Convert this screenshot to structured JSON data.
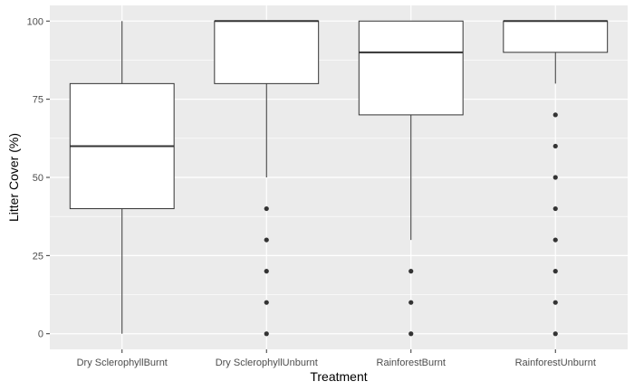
{
  "chart_data": {
    "type": "boxplot",
    "xlabel": "Treatment",
    "ylabel": "Litter Cover (%)",
    "ylim": [
      -5,
      105
    ],
    "yticks": [
      0,
      25,
      50,
      75,
      100
    ],
    "categories": [
      "Dry SclerophyllBurnt",
      "Dry SclerophyllUnburnt",
      "RainforestBurnt",
      "RainforestUnburnt"
    ],
    "boxes": [
      {
        "whisker_low": 0,
        "q1": 40,
        "median": 60,
        "q3": 80,
        "whisker_high": 100,
        "outliers": []
      },
      {
        "whisker_low": 50,
        "q1": 80,
        "median": 100,
        "q3": 100,
        "whisker_high": 100,
        "outliers": [
          0,
          10,
          20,
          30,
          40
        ]
      },
      {
        "whisker_low": 30,
        "q1": 70,
        "median": 90,
        "q3": 100,
        "whisker_high": 100,
        "outliers": [
          0,
          10,
          20
        ]
      },
      {
        "whisker_low": 80,
        "q1": 90,
        "median": 100,
        "q3": 100,
        "whisker_high": 100,
        "outliers": [
          0,
          10,
          20,
          30,
          40,
          50,
          60,
          70
        ]
      }
    ],
    "grid": true,
    "colors": {
      "panel_background": "#ebebeb",
      "grid_major": "#ffffff",
      "box_fill": "#ffffff",
      "box_stroke": "#333333",
      "outlier": "#333333"
    }
  }
}
